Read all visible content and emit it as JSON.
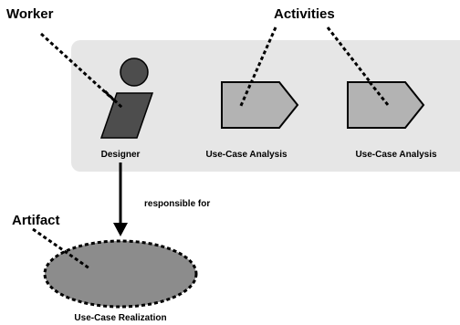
{
  "callouts": {
    "worker": "Worker",
    "activities": "Activities",
    "artifact": "Artifact"
  },
  "worker": {
    "name": "Designer",
    "icon": "worker-person-icon"
  },
  "activities": [
    {
      "name": "Use-Case Analysis",
      "icon": "activity-pentagon-icon"
    },
    {
      "name": "Use-Case Analysis",
      "icon": "activity-pentagon-icon"
    }
  ],
  "relationship": {
    "label": "responsible for"
  },
  "artifact": {
    "name": "Use-Case Realization",
    "icon": "artifact-ellipse-icon"
  },
  "colors": {
    "panel": "#e6e6e6",
    "activity_fill": "#b3b3b3",
    "worker_fill": "#4d4d4d",
    "artifact_fill": "#8c8c8c"
  }
}
